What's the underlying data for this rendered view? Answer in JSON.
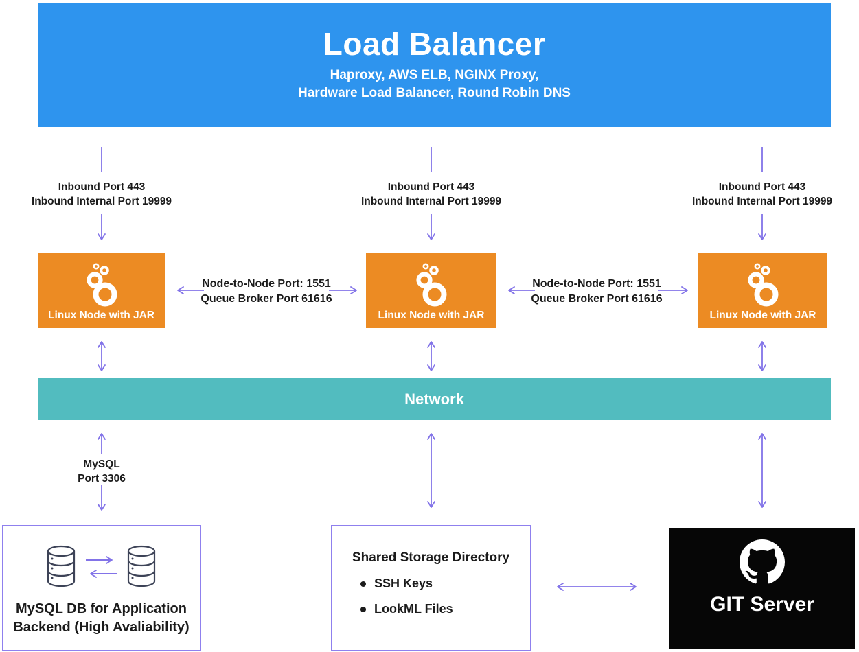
{
  "colors": {
    "load_balancer_blue": "#2e94ee",
    "node_orange": "#ec8b23",
    "network_teal": "#52bcbf",
    "arrow_purple": "#8273e8",
    "box_border_purple": "#8f80ee",
    "git_black": "#060606",
    "label_text": "#1b1b1b"
  },
  "load_balancer": {
    "title": "Load Balancer",
    "subtitle_line1": "Haproxy, AWS ELB, NGINX Proxy,",
    "subtitle_line2": "Hardware Load Balancer, Round Robin DNS"
  },
  "inbound_label": {
    "line1": "Inbound Port 443",
    "line2": "Inbound Internal Port 19999"
  },
  "node": {
    "label": "Linux Node with JAR",
    "icon": "looker-icon"
  },
  "node_link_label": {
    "line1": "Node-to-Node Port: 1551",
    "line2": "Queue Broker Port 61616"
  },
  "network": {
    "label": "Network"
  },
  "mysql_link": {
    "line1": "MySQL",
    "line2": "Port 3306"
  },
  "mysql_db": {
    "icon": "database-replication-icon",
    "label_line1": "MySQL DB for Application",
    "label_line2": "Backend (High Avaliability)"
  },
  "shared_storage": {
    "title": "Shared Storage Directory",
    "items": [
      "SSH Keys",
      "LookML Files"
    ]
  },
  "git_server": {
    "label": "GIT Server",
    "icon": "github-icon"
  }
}
